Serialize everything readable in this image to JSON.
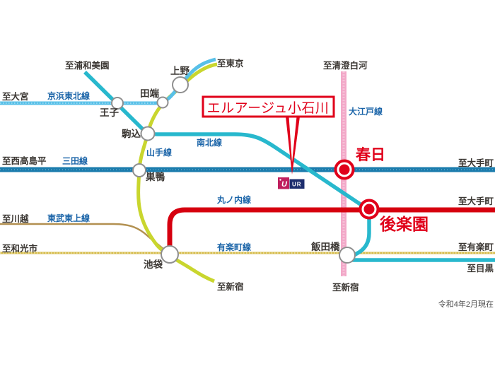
{
  "callout": {
    "label": "エルアージュ小石川"
  },
  "note": "令和4年2月現在",
  "colors": {
    "keihin_tohoku": "#58c0e8",
    "yamanote": "#c9d62e",
    "namboku": "#28b8cd",
    "mita": "#1b7cad",
    "marunouchi": "#d6000f",
    "oedo": "#f2a8c8",
    "yurakucho": "#d5bb49",
    "tobu_tojo": "#b29050",
    "highlight_red": "#e0001a",
    "label_blue": "#1a64a8",
    "station_stroke": "#8f8f8f",
    "ur_magenta": "#bf1f5e",
    "ur_navy": "#1d2e6e"
  },
  "line_labels": {
    "keihin_tohoku": "京浜東北線",
    "mita": "三田線",
    "yamanote": "山手線",
    "namboku": "南北線",
    "oedo": "大江戸線",
    "marunouchi": "丸ノ内線",
    "tobu_tojo": "東武東上線",
    "yurakucho": "有楽町線"
  },
  "stations": {
    "ueno": "上野",
    "tabata": "田端",
    "oji": "王子",
    "komagome": "駒込",
    "sugamo": "巣鴨",
    "ikebukuro": "池袋",
    "iidabashi": "飯田橋",
    "kasuga": "春日",
    "korakuen": "後楽園"
  },
  "endpoints": {
    "omiya": "至大宮",
    "urawa_misono": "至浦和美園",
    "tokyo": "至東京",
    "kiyosumi_shirakawa": "至清澄白河",
    "nishi_takashimadaira": "至西高島平",
    "otemachi_mita": "至大手町",
    "otemachi_marunouchi": "至大手町",
    "kawagoe": "至川越",
    "wakoshi": "至和光市",
    "yurakucho": "至有楽町",
    "meguro": "至目黒",
    "shinjuku_yamanote": "至新宿",
    "shinjuku_oedo": "至新宿"
  },
  "ur_logo": {
    "mark": "U",
    "text": "UR"
  }
}
